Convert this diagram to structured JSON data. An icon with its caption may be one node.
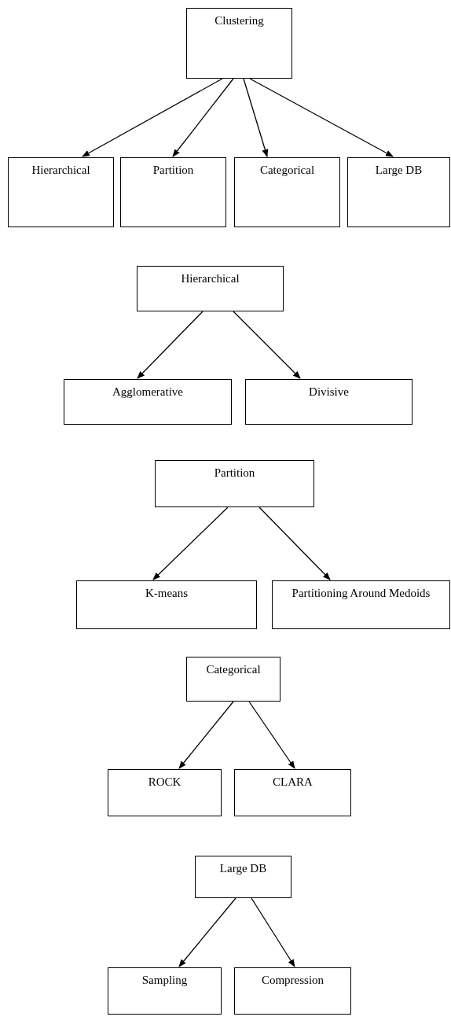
{
  "diagram": {
    "nodes": [
      {
        "text": [
          "Clustering"
        ]
      },
      {
        "text": [
          "Hierarchical"
        ]
      },
      {
        "text": [
          "Partition"
        ]
      },
      {
        "text": [
          "Categorical"
        ]
      },
      {
        "text": [
          "Large DB"
        ]
      },
      {
        "text": [
          "Hierarchical"
        ]
      },
      {
        "text": [
          "Agglomerative"
        ]
      },
      {
        "text": [
          "Divisive"
        ]
      },
      {
        "text": [
          "Partition"
        ]
      },
      {
        "text": [
          "K-means"
        ]
      },
      {
        "text": [
          "Partitioning Around Medoids"
        ]
      },
      {
        "text": [
          "Categorical"
        ]
      },
      {
        "text": [
          "ROCK"
        ]
      },
      {
        "text": [
          "CLARA"
        ]
      },
      {
        "text": [
          "Large DB"
        ]
      },
      {
        "text": [
          "Sampling"
        ]
      },
      {
        "text": [
          "Compression"
        ]
      }
    ],
    "edges": [
      {
        "from": 0,
        "to": 1,
        "arrow": "to"
      },
      {
        "from": 0,
        "to": 2,
        "arrow": "to"
      },
      {
        "from": 0,
        "to": 3,
        "arrow": "to"
      },
      {
        "from": 0,
        "to": 4,
        "arrow": "to"
      },
      {
        "from": 5,
        "to": 6,
        "arrow": "to"
      },
      {
        "from": 5,
        "to": 7,
        "arrow": "to"
      },
      {
        "from": 8,
        "to": 9,
        "arrow": "to"
      },
      {
        "from": 8,
        "to": 10,
        "arrow": "to"
      },
      {
        "from": 11,
        "to": 12,
        "arrow": "to"
      },
      {
        "from": 11,
        "to": 13,
        "arrow": "to"
      },
      {
        "from": 14,
        "to": 15,
        "arrow": "to"
      },
      {
        "from": 14,
        "to": 16,
        "arrow": "to"
      }
    ]
  }
}
